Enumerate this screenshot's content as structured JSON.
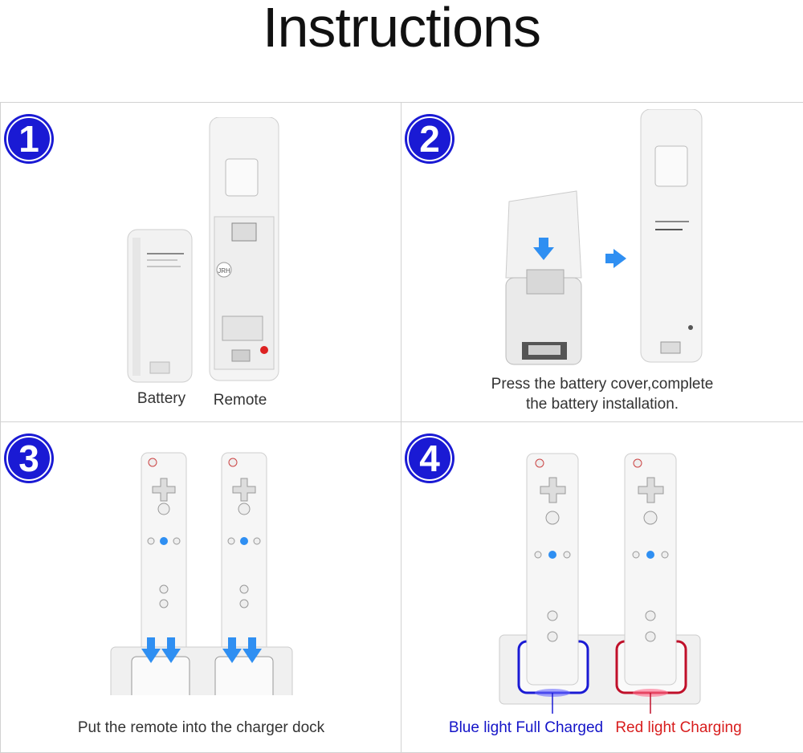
{
  "title": "Instructions",
  "steps": [
    {
      "number": "1",
      "labels": {
        "battery": "Battery",
        "remote": "Remote"
      }
    },
    {
      "number": "2",
      "caption_line1": "Press the battery cover,complete",
      "caption_line2": "the battery installation."
    },
    {
      "number": "3",
      "caption": "Put the remote into the charger dock"
    },
    {
      "number": "4",
      "blue_label": "Blue light Full Charged",
      "red_label": "Red light Charging"
    }
  ],
  "colors": {
    "badge": "#1a1ad4",
    "arrow": "#2f8ff2",
    "blue_label": "#1414c8",
    "red_label": "#d81d1d"
  }
}
